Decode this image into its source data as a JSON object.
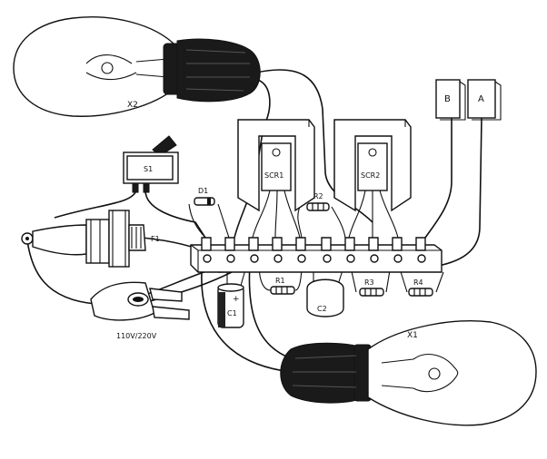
{
  "labels": {
    "lamp_top": "X2",
    "lamp_bottom": "X1",
    "switch": "S1",
    "fuse": "F1",
    "diode": "D1",
    "scr1": "SCR1",
    "scr2": "SCR2",
    "r1": "R1",
    "r2": "R2",
    "r3": "R3",
    "r4": "R4",
    "c1": "C1",
    "c1_polarity": "+",
    "c2": "C2",
    "terminal_b": "B",
    "terminal_a": "A",
    "plug_voltage": "110V/220V"
  }
}
